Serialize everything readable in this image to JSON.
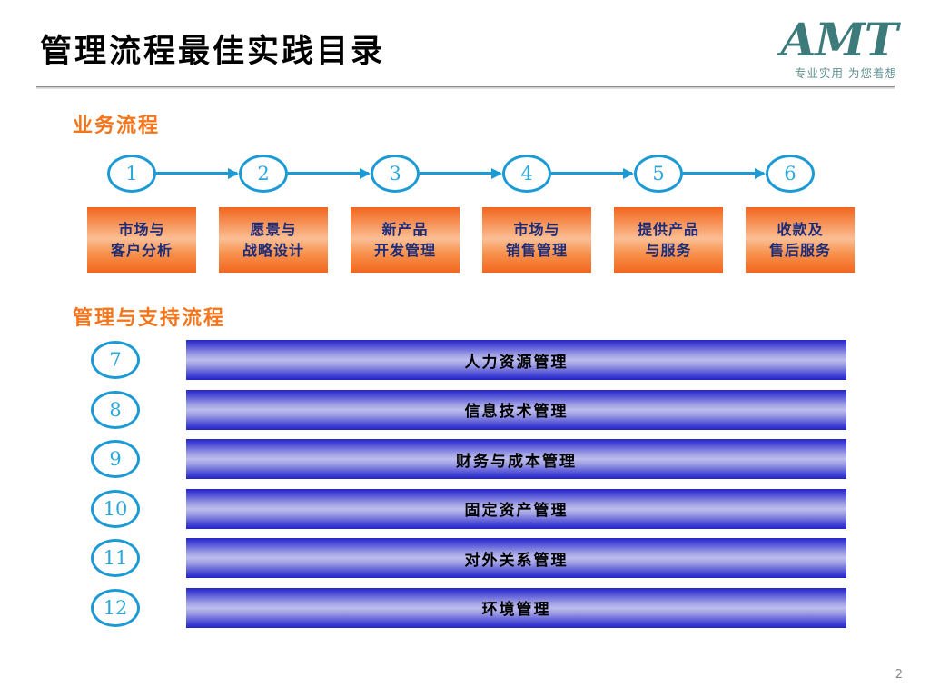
{
  "slide": {
    "title": "管理流程最佳实践目录",
    "page_number": "2",
    "accent_orange": "#F4751B",
    "accent_blue": "#1C9AD6",
    "bar_blue": "#2626C8",
    "box_orange": "#F2661E",
    "box_text_color": "#1B2C7A",
    "logo_color": "#3d7b7b"
  },
  "logo": {
    "mark": "AMT",
    "tagline": "专业实用  为您着想"
  },
  "business": {
    "heading": "业务流程",
    "nodes": [
      {
        "number": "1",
        "label_line1": "市场与",
        "label_line2": "客户分析"
      },
      {
        "number": "2",
        "label_line1": "愿景与",
        "label_line2": "战略设计"
      },
      {
        "number": "3",
        "label_line1": "新产品",
        "label_line2": "开发管理"
      },
      {
        "number": "4",
        "label_line1": "市场与",
        "label_line2": "销售管理"
      },
      {
        "number": "5",
        "label_line1": "提供产品",
        "label_line2": "与服务"
      },
      {
        "number": "6",
        "label_line1": "收款及",
        "label_line2": "售后服务"
      }
    ]
  },
  "support": {
    "heading": "管理与支持流程",
    "rows": [
      {
        "number": "7",
        "label": "人力资源管理"
      },
      {
        "number": "8",
        "label": "信息技术管理"
      },
      {
        "number": "9",
        "label": "财务与成本管理"
      },
      {
        "number": "10",
        "label": "固定资产管理"
      },
      {
        "number": "11",
        "label": "对外关系管理"
      },
      {
        "number": "12",
        "label": "环境管理"
      }
    ]
  }
}
